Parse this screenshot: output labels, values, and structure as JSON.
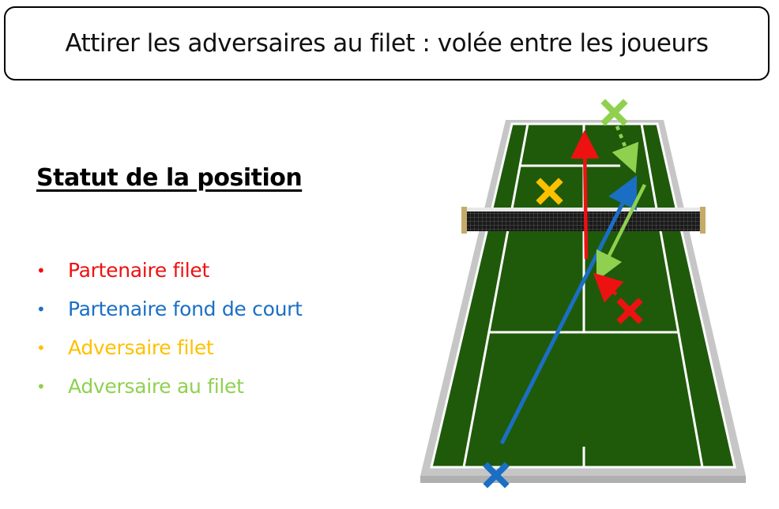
{
  "title": "Attirer les adversaires au filet : volée entre les joueurs",
  "section_heading": "Statut de la position",
  "legend": [
    {
      "label": "Partenaire filet",
      "color": "#ee1111"
    },
    {
      "label": "Partenaire fond de court",
      "color": "#1a6fc4"
    },
    {
      "label": "Adversaire filet",
      "color": "#ffc000"
    },
    {
      "label": "Adversaire au filet",
      "color": "#8fd14f"
    }
  ],
  "bullet_glyph": "•",
  "colors": {
    "court_green": "#1f5a0a",
    "court_surround": "#c8c8c8",
    "lines": "#ffffff",
    "net_post": "#c4ab6a",
    "partner_net": "#ee1111",
    "partner_back": "#1a6fc4",
    "opponent_net": "#ffc000",
    "opponent_to_net": "#8fd14f"
  },
  "markers": [
    {
      "name": "partner-net-marker-icon",
      "icon": "cross",
      "color": "#ee1111"
    },
    {
      "name": "partner-back-marker-icon",
      "icon": "cross",
      "color": "#1a6fc4"
    },
    {
      "name": "opponent-net-marker-icon",
      "icon": "cross",
      "color": "#ffc000"
    },
    {
      "name": "opponent-to-net-marker-icon",
      "icon": "cross",
      "color": "#8fd14f"
    }
  ]
}
